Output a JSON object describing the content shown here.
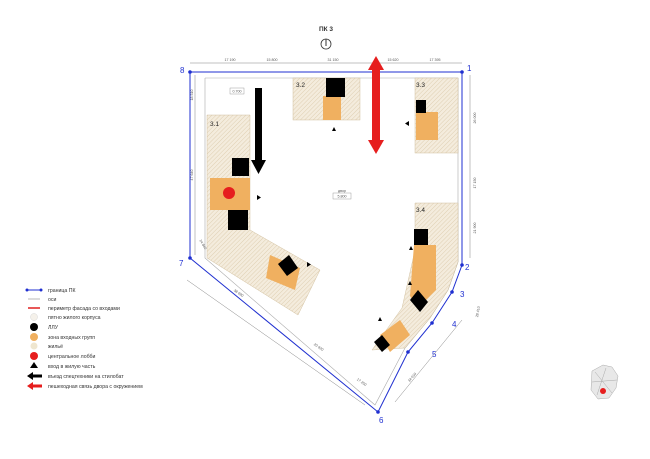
{
  "title": "ПК 3",
  "axis_numbers": [
    "1",
    "2",
    "3",
    "4",
    "5",
    "6",
    "7",
    "8"
  ],
  "building_labels": [
    "3.1",
    "3.2",
    "3.3",
    "3.4"
  ],
  "courtyard": {
    "line1": "двор",
    "line2": "5.800"
  },
  "level_tag": "0.700",
  "dimensions": {
    "top": [
      "17 190",
      "15 800",
      "31 150",
      "15 620",
      "17 395"
    ],
    "left_top": "18 510",
    "left_mid": "47 640",
    "right_top": "26 000",
    "right_mid": "17 150",
    "right_low": "21 900",
    "right_small": "28 410",
    "bottom_a": "38 690",
    "bottom_b": "20 920",
    "bottom_c": "17 250",
    "bottom_right": "34 010",
    "left_small": "14 840"
  },
  "legend": [
    {
      "label": "граница ПК",
      "icon": "boundary-line-icon",
      "color": "#1f2fd0"
    },
    {
      "label": "оси",
      "icon": "axis-line-icon",
      "color": "#888888"
    },
    {
      "label": "периметр фасада со входами",
      "icon": "facade-perimeter-icon",
      "color": "#e02020"
    },
    {
      "label": "пятно жилого корпуса",
      "icon": "footprint-swatch-icon",
      "color": "#f5f1ea"
    },
    {
      "label": "ЛЛУ",
      "icon": "core-square-icon",
      "color": "#000000"
    },
    {
      "label": "зона входных групп",
      "icon": "entrance-zone-dot-icon",
      "color": "#f0b060"
    },
    {
      "label": "жильё",
      "icon": "housing-dot-icon",
      "color": "#efe6cf"
    },
    {
      "label": "центральное лобби",
      "icon": "lobby-dot-icon",
      "color": "#e61e1e"
    },
    {
      "label": "вход в жилую часть",
      "icon": "entry-triangle-icon",
      "color": "#000000"
    },
    {
      "label": "въезд спецтехники на стилобат",
      "icon": "vehicle-arrow-icon",
      "color": "#000000"
    },
    {
      "label": "пешеходная связь двора с окружением",
      "icon": "pedestrian-arrow-icon",
      "color": "#e61e1e"
    }
  ]
}
